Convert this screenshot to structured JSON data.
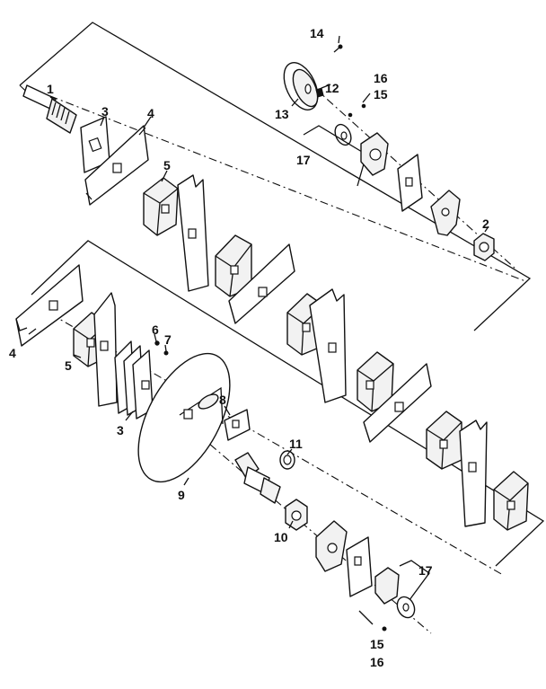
{
  "diagram": {
    "labels": {
      "p1": "1",
      "p2": "2",
      "p3_top": "3",
      "p3_bottom": "3",
      "p4_top": "4",
      "p4_bottom": "4",
      "p5_top": "5",
      "p5_bottom": "5",
      "p6": "6",
      "p7": "7",
      "p8": "8",
      "p9": "9",
      "p10": "10",
      "p11": "11",
      "p12": "12",
      "p13": "13",
      "p14": "14",
      "p15_top": "15",
      "p15_bottom": "15",
      "p16_top": "16",
      "p16_bottom": "16",
      "p17_top": "17",
      "p17_bottom": "17"
    }
  }
}
